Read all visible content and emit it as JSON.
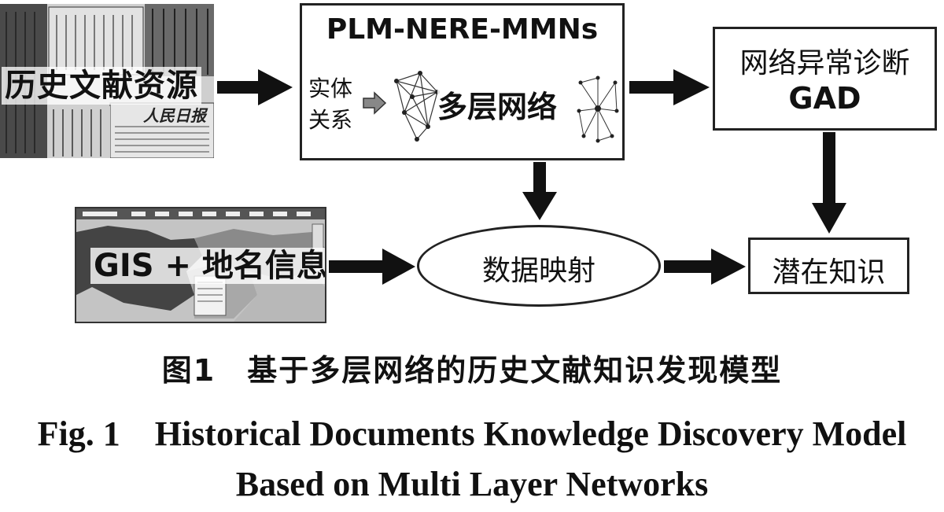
{
  "nodes": {
    "historical_sources": {
      "label": "历史文献资源",
      "newspaper_masthead": "人民日报"
    },
    "plm_block": {
      "title": "PLM-NERE-MMNs",
      "line1": "实体",
      "line2": "关系",
      "network_label": "多层网络"
    },
    "gad_block": {
      "line1": "网络异常诊断",
      "line2": "GAD"
    },
    "gis_block": {
      "label": "GIS + 地名信息"
    },
    "data_mapping": {
      "label": "数据映射"
    },
    "latent_knowledge": {
      "label": "潜在知识"
    }
  },
  "caption": {
    "zh": "图1　基于多层网络的历史文献知识发现模型",
    "en_line1": "Fig. 1　Historical Documents Knowledge Discovery Model",
    "en_line2": "Based on Multi Layer Networks"
  },
  "colors": {
    "ink": "#111111",
    "border": "#222222",
    "photo_dark": "#3a3a3a",
    "map_gray": "#9a9a9a"
  }
}
